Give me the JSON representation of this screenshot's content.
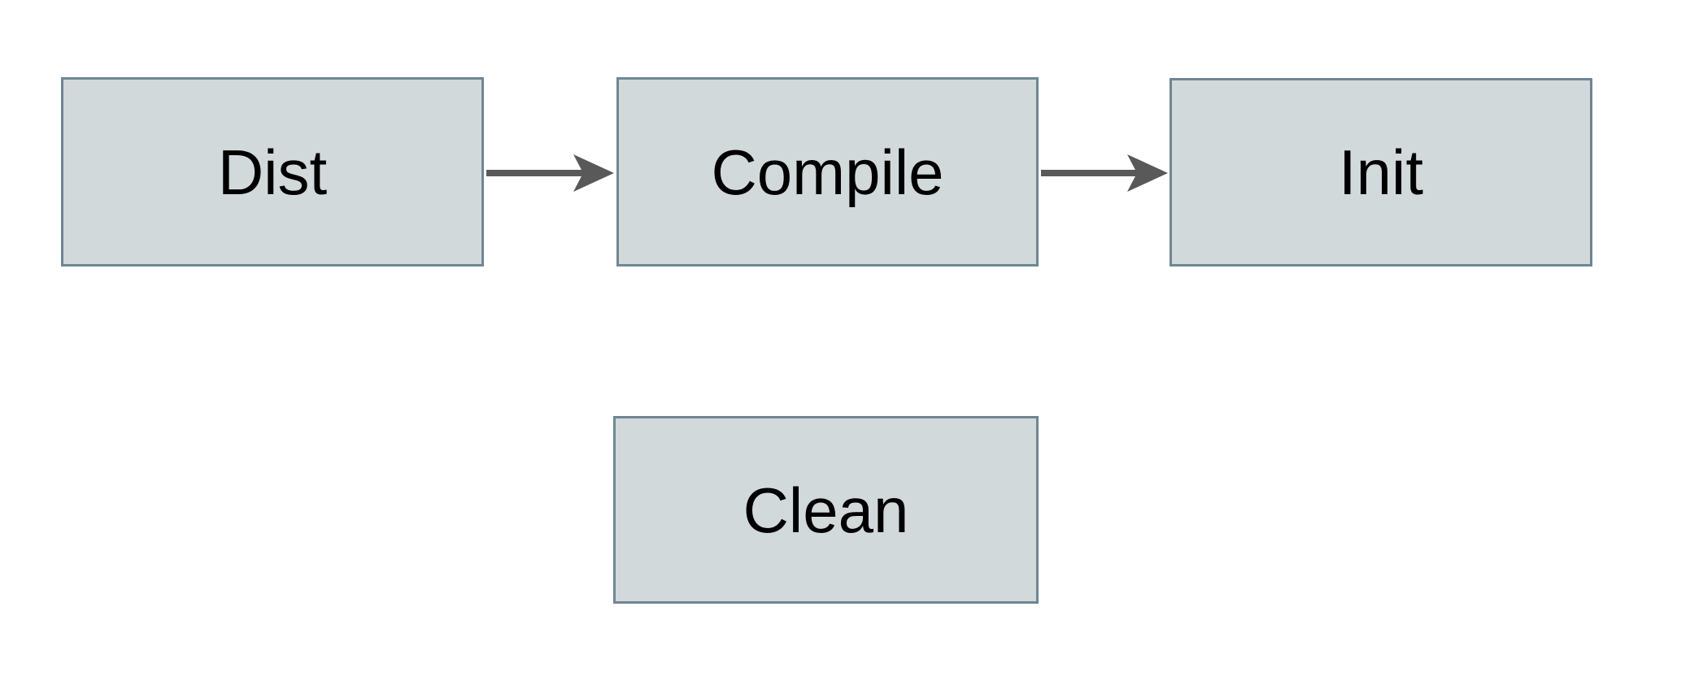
{
  "diagram": {
    "type": "flowchart",
    "background_color": "#ffffff",
    "node_fill_color": "#d2d9db",
    "node_border_color": "#6f8694",
    "arrow_color": "#595959",
    "label_color": "#000000",
    "nodes": [
      {
        "id": "dist",
        "label": "Dist"
      },
      {
        "id": "compile",
        "label": "Compile"
      },
      {
        "id": "init",
        "label": "Init"
      },
      {
        "id": "clean",
        "label": "Clean"
      }
    ],
    "edges": [
      {
        "from": "dist",
        "to": "compile",
        "direction": "right"
      },
      {
        "from": "compile",
        "to": "init",
        "direction": "right"
      }
    ]
  }
}
